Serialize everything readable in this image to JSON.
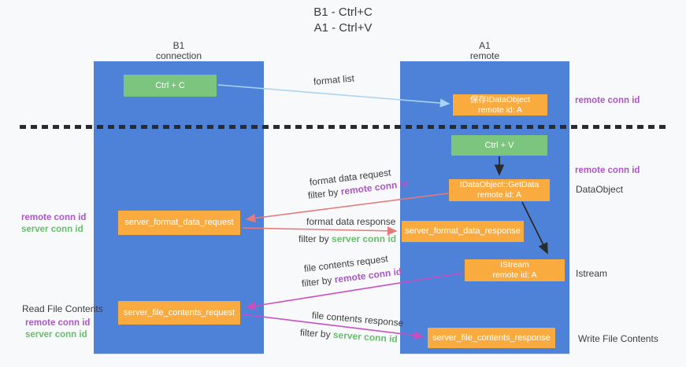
{
  "title": {
    "line1": "B1 - Ctrl+C",
    "line2": "A1 - Ctrl+V"
  },
  "lanes": {
    "left": {
      "title": "B1",
      "subtitle": "connection"
    },
    "right": {
      "title": "A1",
      "subtitle": "remote"
    }
  },
  "nodes": {
    "ctrl_c": {
      "label": "Ctrl + C"
    },
    "ctrl_v": {
      "label": "Ctrl + V"
    },
    "save_idataobject": {
      "line1": "保存IDataObject",
      "line2": "remote id: A"
    },
    "getdata": {
      "line1": "IDataObject::GetData",
      "line2": "remote id: A"
    },
    "istream": {
      "line1": "IStream",
      "line2": "remote id: A"
    },
    "server_format_data_request": {
      "label": "server_format_data_request"
    },
    "server_format_data_response": {
      "label": "server_format_data_response"
    },
    "server_file_contents_request": {
      "label": "server_file_contents_request"
    },
    "server_file_contents_response": {
      "label": "server_file_contents_response"
    }
  },
  "edge_labels": {
    "format_list": "format list",
    "format_data_request": "format data request",
    "format_data_response": "format data response",
    "file_contents_request": "file contents request",
    "file_contents_response": "file contents response",
    "filter_by": "filter by "
  },
  "conn_ids": {
    "remote": "remote conn id",
    "server": "server conn id"
  },
  "side_labels": {
    "dataobject": "DataObject",
    "istream": "Istream",
    "read_file_contents": "Read File Contents",
    "write_file_contents": "Write File Contents"
  },
  "colors": {
    "lane_blue": "#4d82d8",
    "box_orange": "#f9ab40",
    "box_green": "#7cc57e",
    "remote_conn_purple": "#ab57c5",
    "server_conn_green": "#67bf6b",
    "arrow_salmon": "#e57a7a",
    "arrow_magenta": "#c94fc0",
    "arrow_light_blue": "#a9d3f2",
    "arrow_black": "#2b2b2b",
    "dashed_line": "#2b2b2b"
  }
}
